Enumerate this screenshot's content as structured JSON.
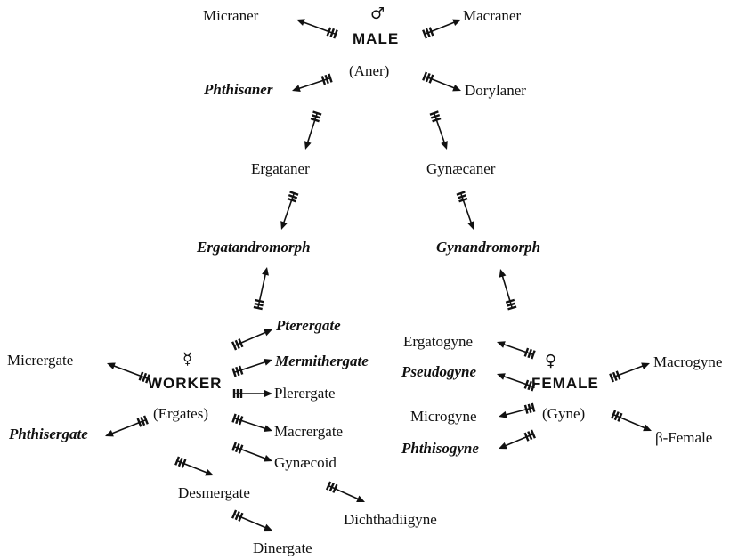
{
  "nodes": {
    "male_symbol": "♂",
    "male": "MALE",
    "aner": "(Aner)",
    "micraner": "Micraner",
    "macraner": "Macraner",
    "phthisaner": "Phthisaner",
    "dorylaner": "Dorylaner",
    "ergataner": "Ergataner",
    "gynaecaner": "Gynæcaner",
    "ergatandromorph": "Ergatandromorph",
    "gynandromorph": "Gynandromorph",
    "worker_symbol": "☿",
    "worker": "WORKER",
    "ergates": "(Ergates)",
    "micrergate": "Micrergate",
    "phthisergate": "Phthisergate",
    "pterergate": "Pterergate",
    "mermithergate": "Mermithergate",
    "plerergate": "Plerergate",
    "macrergate": "Macrergate",
    "gynaecoid": "Gynæcoid",
    "desmergate": "Desmergate",
    "dinergate": "Dinergate",
    "dichthadiigyne": "Dichthadiigyne",
    "female_symbol": "♀",
    "female": "FEMALE",
    "gyne": "(Gyne)",
    "ergatogyne": "Ergatogyne",
    "pseudogyne": "Pseudogyne",
    "microgyne": "Microgyne",
    "phthisogyne": "Phthisogyne",
    "macrogyne": "Macrogyne",
    "beta_female": "β-Female"
  },
  "arrows": [
    {
      "from": "male",
      "to": "micraner"
    },
    {
      "from": "male",
      "to": "macraner"
    },
    {
      "from": "male",
      "to": "phthisaner"
    },
    {
      "from": "male",
      "to": "dorylaner"
    },
    {
      "from": "male",
      "to": "ergataner"
    },
    {
      "from": "male",
      "to": "gynaecaner"
    },
    {
      "from": "ergataner",
      "to": "ergatandromorph"
    },
    {
      "from": "gynaecaner",
      "to": "gynandromorph"
    },
    {
      "from": "worker",
      "to": "ergatandromorph"
    },
    {
      "from": "female",
      "to": "gynandromorph"
    },
    {
      "from": "worker",
      "to": "micrergate"
    },
    {
      "from": "worker",
      "to": "phthisergate"
    },
    {
      "from": "worker",
      "to": "pterergate"
    },
    {
      "from": "worker",
      "to": "mermithergate"
    },
    {
      "from": "worker",
      "to": "plerergate"
    },
    {
      "from": "worker",
      "to": "macrergate"
    },
    {
      "from": "worker",
      "to": "gynaecoid"
    },
    {
      "from": "worker",
      "to": "desmergate"
    },
    {
      "from": "worker",
      "to": "dinergate"
    },
    {
      "from": "worker",
      "to": "dichthadiigyne"
    },
    {
      "from": "female",
      "to": "ergatogyne"
    },
    {
      "from": "female",
      "to": "pseudogyne"
    },
    {
      "from": "female",
      "to": "microgyne"
    },
    {
      "from": "female",
      "to": "phthisogyne"
    },
    {
      "from": "female",
      "to": "macrogyne"
    },
    {
      "from": "female",
      "to": "beta_female"
    }
  ]
}
